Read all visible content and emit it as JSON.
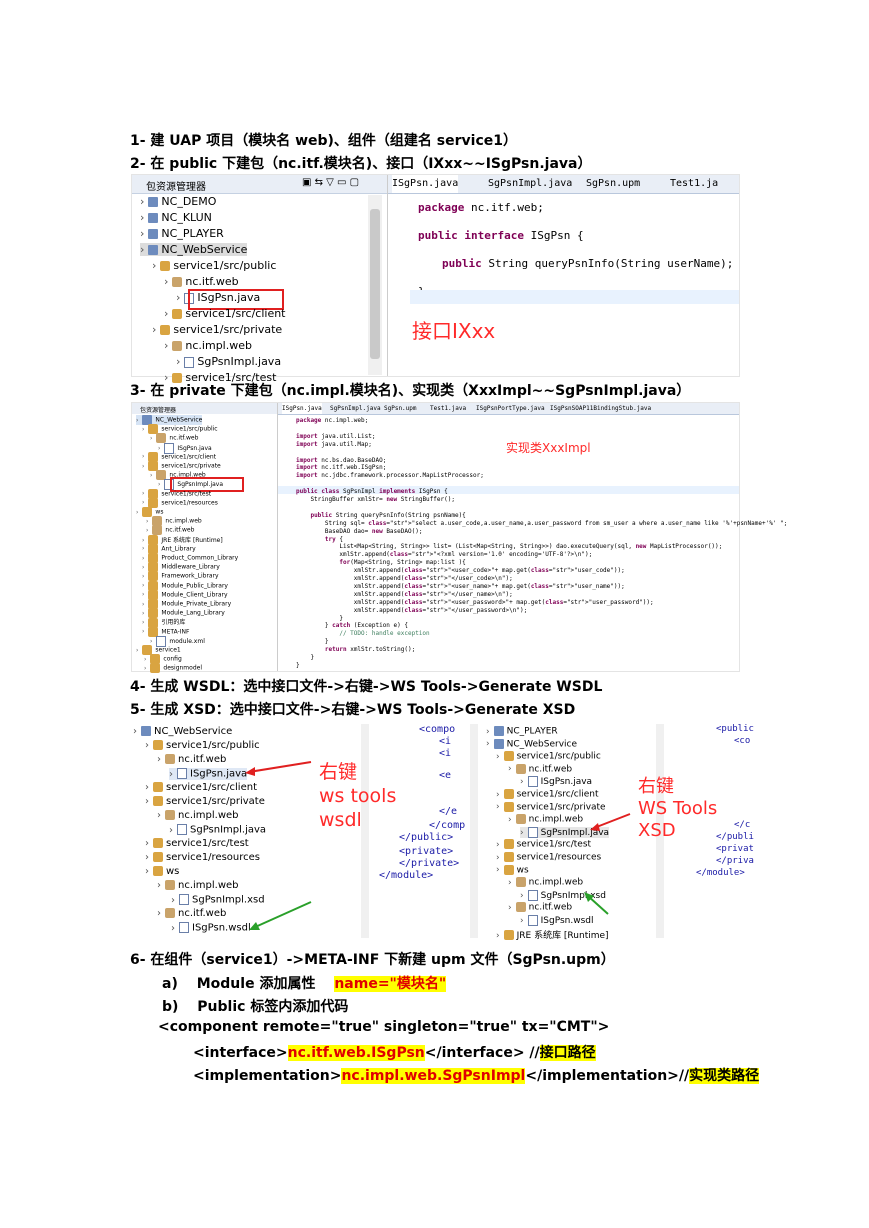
{
  "steps": {
    "s1": "1-   建 UAP 项目（模块名 web)、组件（组建名 service1）",
    "s2": "2-   在 public 下建包（nc.itf.模块名)、接口（IXxx~~ISgPsn.java）",
    "s3": "3-   在 private 下建包（nc.impl.模块名)、实现类（XxxImpl~~SgPsnImpl.java）",
    "s4": "4-    生成 WSDL：选中接口文件->右键->WS Tools->Generate WSDL",
    "s5": "5-    生成 XSD：选中接口文件->右键->WS Tools->Generate XSD",
    "s6": "6-    在组件（service1）->META-INF 下新建 upm 文件（SgPsn.upm）"
  },
  "sub": {
    "a_label": "a)",
    "a_text": "Module 添加属性",
    "a_code": "name=\"模块名\"",
    "b_label": "b)",
    "b_text": "Public 标签内添加代码",
    "component": "<component remote=\"true\" singleton=\"true\"    tx=\"CMT\">",
    "iface_open": "<interface>",
    "iface_val": "nc.itf.web.ISgPsn",
    "iface_close": "</interface>     //",
    "iface_cmt": "接口路径",
    "impl_open": "<implementation>",
    "impl_val": "nc.impl.web.SgPsnImpl",
    "impl_close": "</implementation>//",
    "impl_cmt": "实现类路径"
  },
  "shot1": {
    "panel_title": "包资源管理器",
    "tree": [
      "NC_DEMO",
      "NC_KLUN",
      "NC_PLAYER",
      "NC_WebService",
      "service1/src/public",
      "nc.itf.web",
      "ISgPsn.java",
      "service1/src/client",
      "service1/src/private",
      "nc.impl.web",
      "SgPsnImpl.java",
      "service1/src/test"
    ],
    "tabs": [
      "ISgPsn.java",
      "SgPsnImpl.java",
      "SgPsn.upm",
      "Test1.ja"
    ],
    "code": [
      "package nc.itf.web;",
      "public interface ISgPsn {",
      "public String queryPsnInfo(String userName);",
      "}"
    ],
    "annotation": "接口IXxx"
  },
  "shot2": {
    "panel_title": "包资源管理器",
    "tree": [
      "NC_WebService",
      "service1/src/public",
      "nc.itf.web",
      "ISgPsn.java",
      "service1/src/client",
      "service1/src/private",
      "nc.impl.web",
      "SgPsnImpl.java",
      "service1/src/test",
      "service1/resources",
      "ws",
      "nc.impl.web",
      "nc.itf.web",
      "JRE 系统库 [Runtime]",
      "Ant_Library",
      "Product_Common_Library",
      "Middleware_Library",
      "Framework_Library",
      "Module_Public_Library",
      "Module_Client_Library",
      "Module_Private_Library",
      "Module_Lang_Library",
      "引用的库",
      "META-INF",
      "module.xml",
      "service1",
      "config",
      "designmodel"
    ],
    "tabs": [
      "ISgPsn.java",
      "SgPsnImpl.java",
      "SgPsn.upm",
      "Test1.java",
      "ISgPsnPortType.java",
      "ISgPsnSOAP11BindingStub.java"
    ],
    "code": [
      "package nc.impl.web;",
      "",
      "import java.util.List;",
      "import java.util.Map;",
      "",
      "import nc.bs.dao.BaseDAO;",
      "import nc.itf.web.ISgPsn;",
      "import nc.jdbc.framework.processor.MapListProcessor;",
      "",
      "public class SgPsnImpl implements ISgPsn {",
      "    StringBuffer xmlStr= new StringBuffer();",
      "",
      "    public String queryPsnInfo(String psnName){",
      "        String sql= \"select a.user_code,a.user_name,a.user_password from sm_user a where a.user_name like '%'+psnName+'%' \";",
      "        BaseDAO dao= new BaseDAO();",
      "        try {",
      "            List<Map<String, String>> list= (List<Map<String, String>>) dao.executeQuery(sql, new MapListProcessor());",
      "            xmlStr.append(\"<?xml version='1.0' encoding='UTF-8'?>\\n\");",
      "            for(Map<String, String> map:list ){",
      "                xmlStr.append(\"<user_code>\"+ map.get(\"user_code\"));",
      "                xmlStr.append(\"</user_code>\\n\");",
      "                xmlStr.append(\"<user_name>\"+ map.get(\"user_name\"));",
      "                xmlStr.append(\"</user_name>\\n\");",
      "                xmlStr.append(\"<user_password>\"+ map.get(\"user_password\"));",
      "                xmlStr.append(\"</user_password>\\n\");",
      "            }",
      "        } catch (Exception e) {",
      "            // TODO: handle exception",
      "        }",
      "        return xmlStr.toString();",
      "    }",
      "}"
    ],
    "annotation": "实现类XxxImpl"
  },
  "shot3": {
    "tree": [
      "NC_WebService",
      "service1/src/public",
      "nc.itf.web",
      "ISgPsn.java",
      "service1/src/client",
      "service1/src/private",
      "nc.impl.web",
      "SgPsnImpl.java",
      "service1/src/test",
      "service1/resources",
      "ws",
      "nc.impl.web",
      "SgPsnImpl.xsd",
      "nc.itf.web",
      "ISgPsn.wsdl"
    ],
    "annotation": [
      "右键",
      "ws tools",
      "wsdl"
    ],
    "xml": [
      "<compo",
      "<i",
      "<i",
      "<e",
      "</e",
      "</comp",
      "</public>",
      "<private>",
      "</private>",
      "</module>"
    ]
  },
  "shot4": {
    "tree": [
      "NC_PLAYER",
      "NC_WebService",
      "service1/src/public",
      "nc.itf.web",
      "ISgPsn.java",
      "service1/src/client",
      "service1/src/private",
      "nc.impl.web",
      "SgPsnImpl.java",
      "service1/src/test",
      "service1/resources",
      "ws",
      "nc.impl.web",
      "SgPsnImpl.xsd",
      "nc.itf.web",
      "ISgPsn.wsdl",
      "JRE 系统库 [Runtime]"
    ],
    "annotation": [
      "右键",
      "WS Tools",
      "XSD"
    ],
    "xml": [
      "<public",
      "<co",
      "</c",
      "</publi",
      "<privat",
      "</priva",
      "</module>"
    ]
  },
  "colors": {
    "annotation_red": "#ff2a2a",
    "highlight": "#ffff00",
    "selection": "#cfe3f7"
  }
}
